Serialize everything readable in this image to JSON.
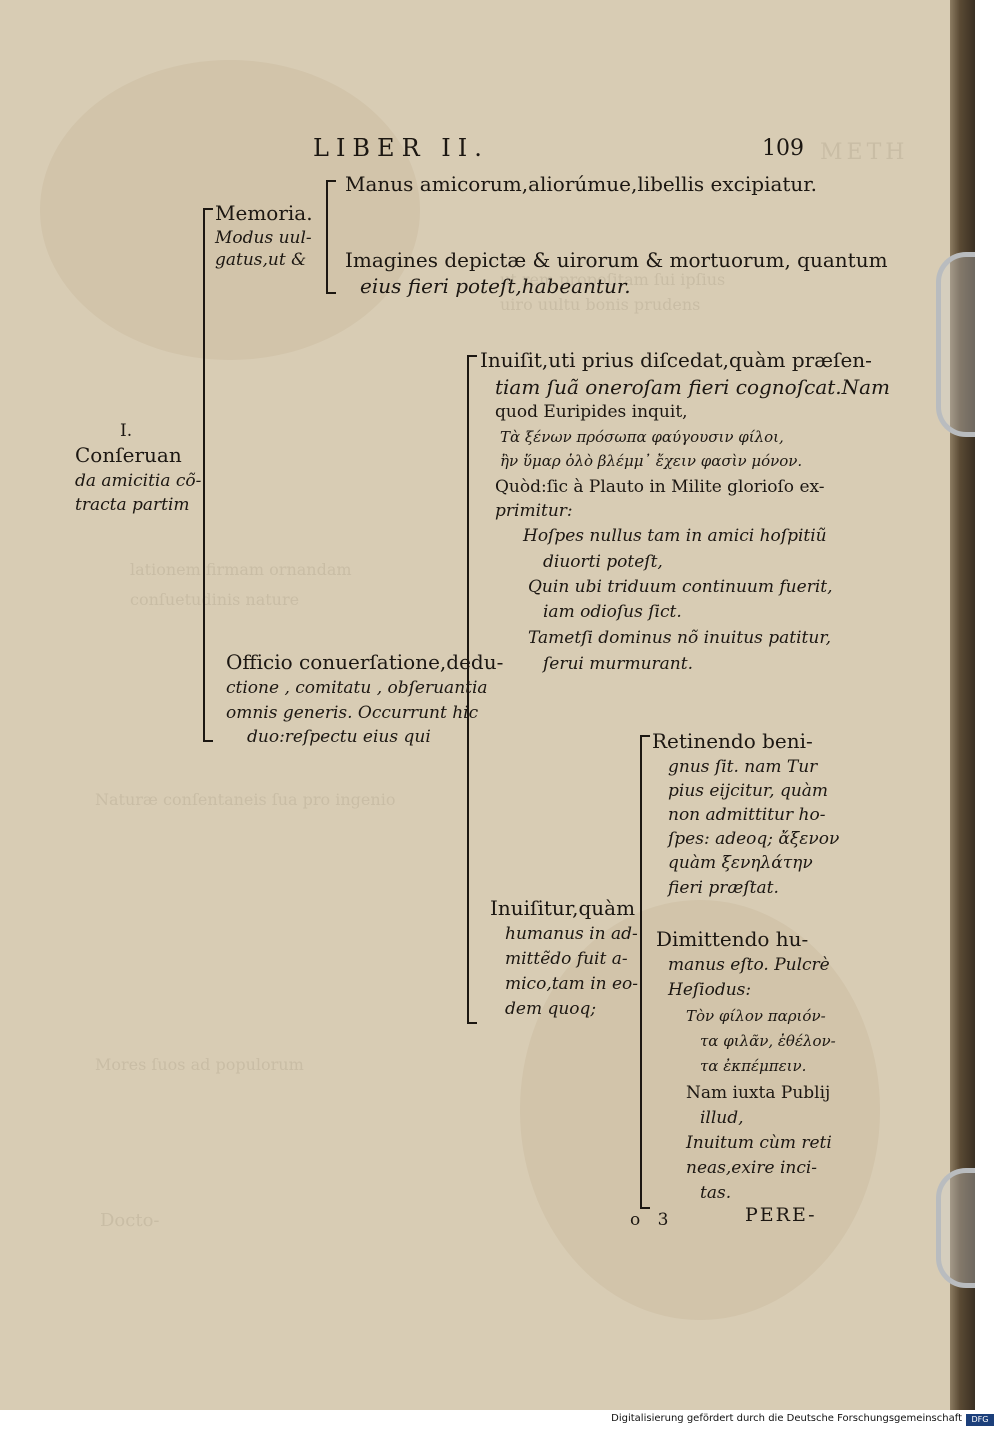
{
  "header": {
    "running_title": "LIBER II.",
    "folio": "109"
  },
  "memoria": {
    "head": "Memoria.",
    "desc": [
      "Modus uul-",
      "gatus,ut &"
    ],
    "items": [
      "Manus amicorum,aliorúmue,libellis excipiatur.",
      "Imagines depictæ & uirorum & mortuorum, quantum",
      "eius fieri poteſt,habeantur."
    ]
  },
  "conservanda": {
    "number": "I.",
    "lines": [
      "Conſeruan",
      "da amicitia cõ-",
      "tracta partim"
    ]
  },
  "inuisit": {
    "lines": [
      "Inuiſit,uti prius diſcedat,quàm præſen-",
      "tiam ſuã oneroſam fieri cognoſcat.Nam",
      "quod Euripides inquit,"
    ],
    "greek": [
      "Τὰ ξένων πρόσωπα φαύγουσιν φίλοι,",
      "ἢν ὕμαρ ὁλὸ βλέμμ᾽ ἔχειν φασὶν μόνον."
    ],
    "plautus": [
      "Quòd:ſic à Plauto in Milite glorioſo ex-",
      "primitur:"
    ],
    "verse": [
      "Hoſpes nullus tam in amici hoſpitiũ",
      "diuorti poteſt,",
      "Quin ubi triduum continuum fuerit,",
      "iam odioſus ſict.",
      "Tametſi dominus nõ inuitus patitur,",
      "ſerui murmurant."
    ]
  },
  "officio": {
    "lines": [
      "Officio conuerſatione,dedu-",
      "ctione , comitatu , obſeruantia",
      "omnis generis. Occurrunt hic",
      "duo:reſpectu eius qui"
    ]
  },
  "inuisitur": {
    "lines": [
      "Inuiſitur,quàm",
      "humanus in ad-",
      "mittẽdo fuit a-",
      "mico,tam in eo-",
      "dem quoq;"
    ]
  },
  "retinendo": {
    "lines": [
      "Retinendo beni-",
      "gnus ſit. nam Tur",
      "pius eijcitur, quàm",
      "non admittitur ho-",
      "ſpes: adeoq; ἄξενον",
      "quàm ξενηλάτην",
      "fieri præſtat."
    ]
  },
  "dimittendo": {
    "lines": [
      "Dimittendo hu-",
      "manus eſto. Pulcrè",
      "Heſiodus:"
    ],
    "greek": [
      "Τὸν φίλον παριόν-",
      "τα φιλᾶν, ἐθέλον-",
      "τα ἐκπέμπειν."
    ],
    "latin": [
      "Nam iuxta Publij",
      "illud,",
      "Inuitum cùm reti",
      "neas,exire inci-",
      "tas."
    ]
  },
  "signature": {
    "mark": "o 3",
    "catchword": "PERE-"
  },
  "footer": {
    "credit": "Digitalisierung gefördert durch die Deutsche Forschungsgemeinschaft",
    "logo": "DFG"
  }
}
